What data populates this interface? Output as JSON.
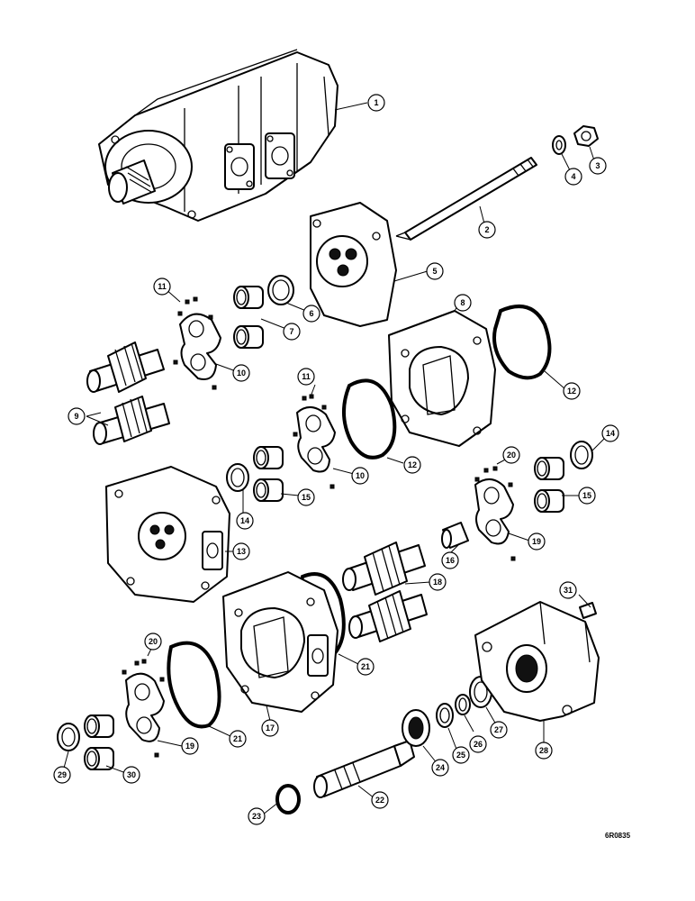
{
  "drawing": {
    "reference_number": "6R0835"
  },
  "callouts": [
    {
      "id": "c1",
      "label": "1"
    },
    {
      "id": "c2",
      "label": "2"
    },
    {
      "id": "c3",
      "label": "3"
    },
    {
      "id": "c4",
      "label": "4"
    },
    {
      "id": "c5",
      "label": "5"
    },
    {
      "id": "c6",
      "label": "6"
    },
    {
      "id": "c7",
      "label": "7"
    },
    {
      "id": "c8",
      "label": "8"
    },
    {
      "id": "c9",
      "label": "9"
    },
    {
      "id": "c10a",
      "label": "10"
    },
    {
      "id": "c10b",
      "label": "10"
    },
    {
      "id": "c11a",
      "label": "11"
    },
    {
      "id": "c11b",
      "label": "11"
    },
    {
      "id": "c12a",
      "label": "12"
    },
    {
      "id": "c12b",
      "label": "12"
    },
    {
      "id": "c13",
      "label": "13"
    },
    {
      "id": "c14a",
      "label": "14"
    },
    {
      "id": "c14b",
      "label": "14"
    },
    {
      "id": "c15a",
      "label": "15"
    },
    {
      "id": "c15b",
      "label": "15"
    },
    {
      "id": "c16",
      "label": "16"
    },
    {
      "id": "c17",
      "label": "17"
    },
    {
      "id": "c18",
      "label": "18"
    },
    {
      "id": "c19a",
      "label": "19"
    },
    {
      "id": "c19b",
      "label": "19"
    },
    {
      "id": "c20a",
      "label": "20"
    },
    {
      "id": "c20b",
      "label": "20"
    },
    {
      "id": "c21a",
      "label": "21"
    },
    {
      "id": "c21b",
      "label": "21"
    },
    {
      "id": "c22",
      "label": "22"
    },
    {
      "id": "c23",
      "label": "23"
    },
    {
      "id": "c24",
      "label": "24"
    },
    {
      "id": "c25",
      "label": "25"
    },
    {
      "id": "c26",
      "label": "26"
    },
    {
      "id": "c27",
      "label": "27"
    },
    {
      "id": "c28",
      "label": "28"
    },
    {
      "id": "c29",
      "label": "29"
    },
    {
      "id": "c30",
      "label": "30"
    },
    {
      "id": "c31",
      "label": "31"
    }
  ]
}
